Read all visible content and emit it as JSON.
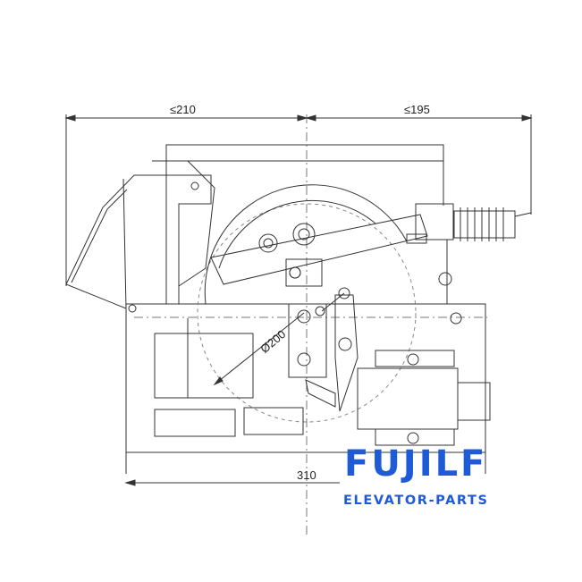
{
  "dimensions": {
    "left_width": "≤210",
    "right_width": "≤195",
    "base_width": "310",
    "wheel_diameter": "Ø200"
  },
  "brand": {
    "name": "FUJILF",
    "subtitle": "ELEVATOR-PARTS",
    "color": "#1f5bd6"
  },
  "colors": {
    "line": "#333333",
    "dash": "#888888"
  }
}
